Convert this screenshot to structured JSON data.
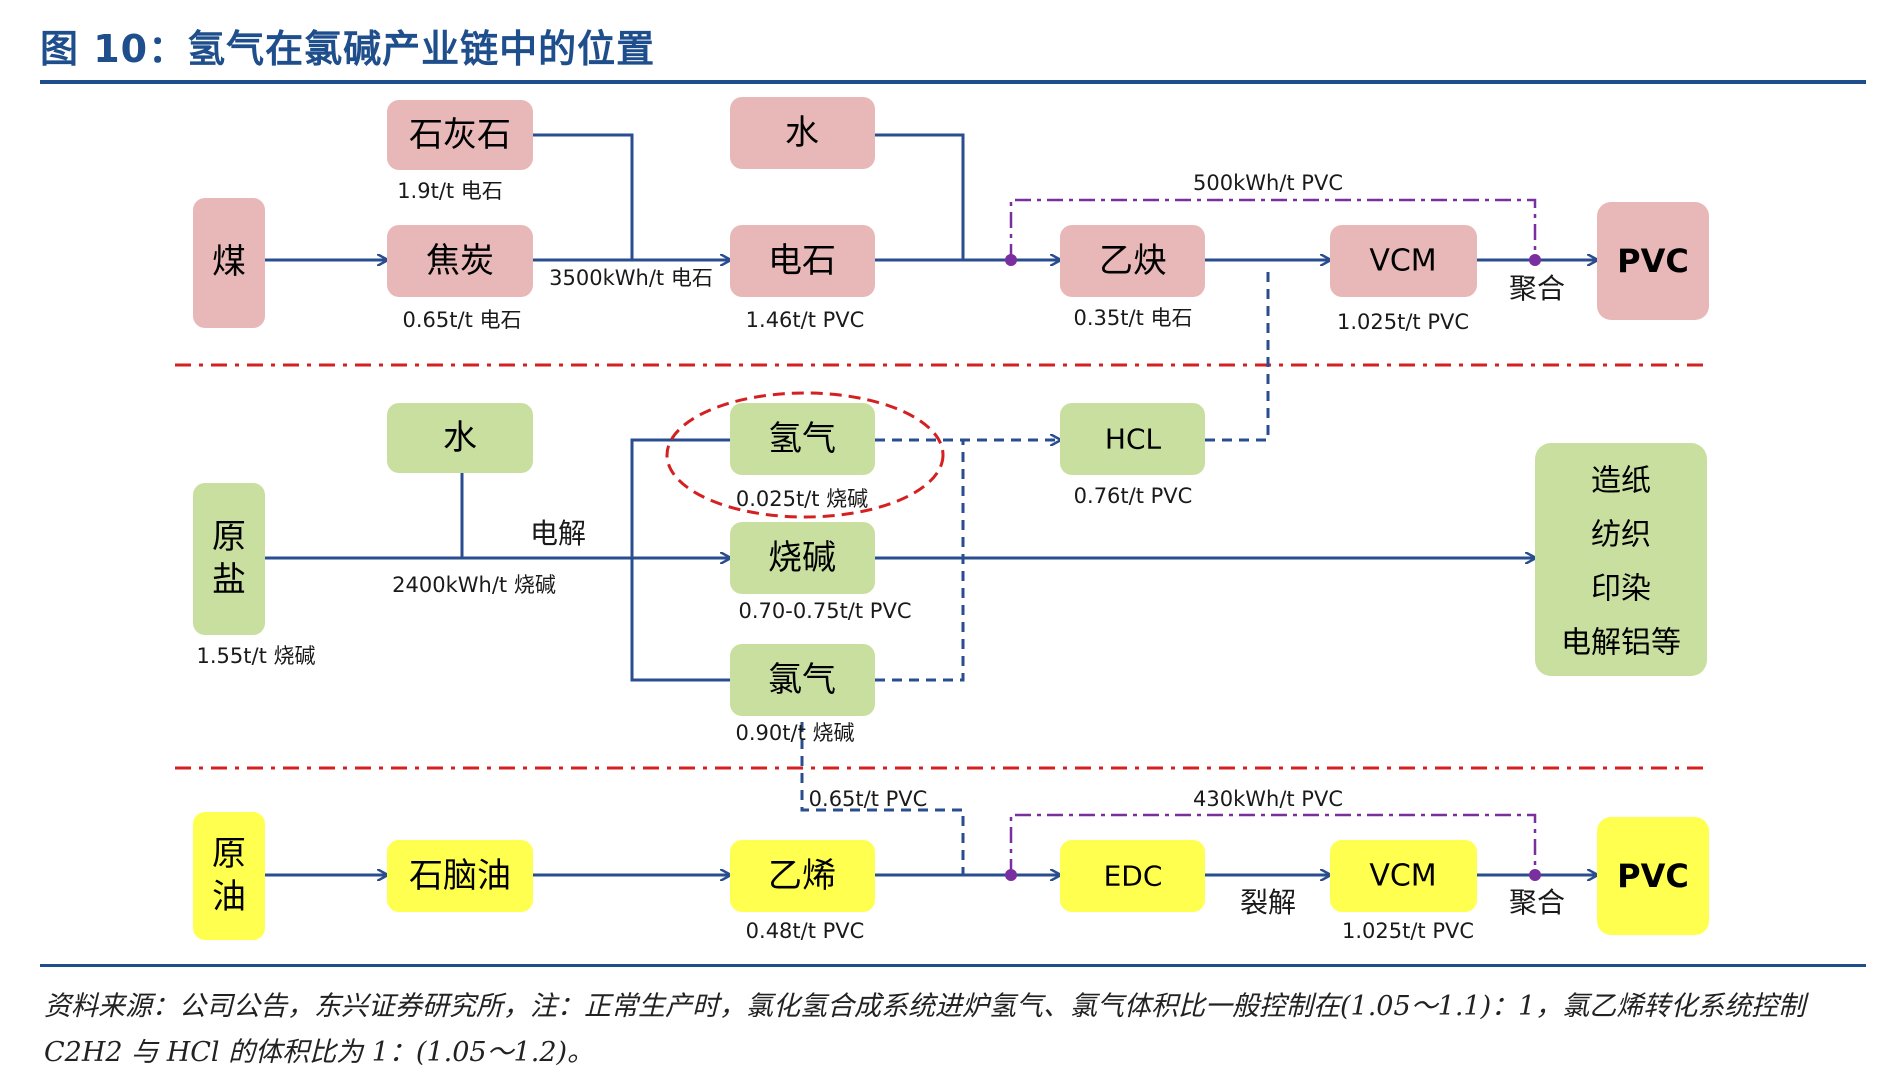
{
  "title": "图 10：氢气在氯碱产业链中的位置",
  "colors": {
    "pink": "#e8b8b8",
    "green": "#c9dfa0",
    "yellow": "#ffff50",
    "arrow": "#2a4d8f",
    "purple": "#7a2fa0",
    "red": "#d42020"
  },
  "boxes": {
    "limestone": "石灰石",
    "water_top": "水",
    "coal": "煤",
    "coke": "焦炭",
    "calcium_carbide": "电石",
    "acetylene": "乙炔",
    "vcm_top": "VCM",
    "pvc_top": "PVC",
    "water_mid": "水",
    "hydrogen": "氢气",
    "hcl": "HCL",
    "salt_line1": "原",
    "salt_line2": "盐",
    "caustic": "烧碱",
    "chlorine": "氯气",
    "uses_1": "造纸",
    "uses_2": "纺织",
    "uses_3": "印染",
    "uses_4": "电解铝等",
    "crude_line1": "原",
    "crude_line2": "油",
    "naphtha": "石脑油",
    "ethylene": "乙烯",
    "edc": "EDC",
    "vcm_bottom": "VCM",
    "pvc_bottom": "PVC"
  },
  "labels": {
    "limestone_ratio": "1.9t/t 电石",
    "coke_ratio": "0.65t/t 电石",
    "carbide_power": "3500kWh/t 电石",
    "carbide_ratio": "1.46t/t PVC",
    "acetylene_ratio": "0.35t/t 电石",
    "vcm_top_ratio": "1.025t/t PVC",
    "poly_top": "聚合",
    "power_top": "500kWh/t PVC",
    "hydrogen_ratio": "0.025t/t 烧碱",
    "hcl_ratio": "0.76t/t PVC",
    "electrolysis": "电解",
    "electrolysis_power": "2400kWh/t 烧碱",
    "caustic_ratio": "0.70-0.75t/t PVC",
    "salt_ratio": "1.55t/t 烧碱",
    "chlorine_ratio": "0.90t/t 烧碱",
    "chlorine_to_edc": "0.65t/t PVC",
    "power_bottom": "430kWh/t PVC",
    "ethylene_ratio": "0.48t/t PVC",
    "cracking": "裂解",
    "vcm_bottom_ratio": "1.025t/t PVC",
    "poly_bottom": "聚合"
  },
  "source_note": "资料来源：公司公告，东兴证券研究所，注：正常生产时，氯化氢合成系统进炉氢气、氯气体积比一般控制在(1.05～1.1)：1，氯乙烯转化系统控制C2H2 与 HCl 的体积比为 1：(1.05～1.2)。"
}
